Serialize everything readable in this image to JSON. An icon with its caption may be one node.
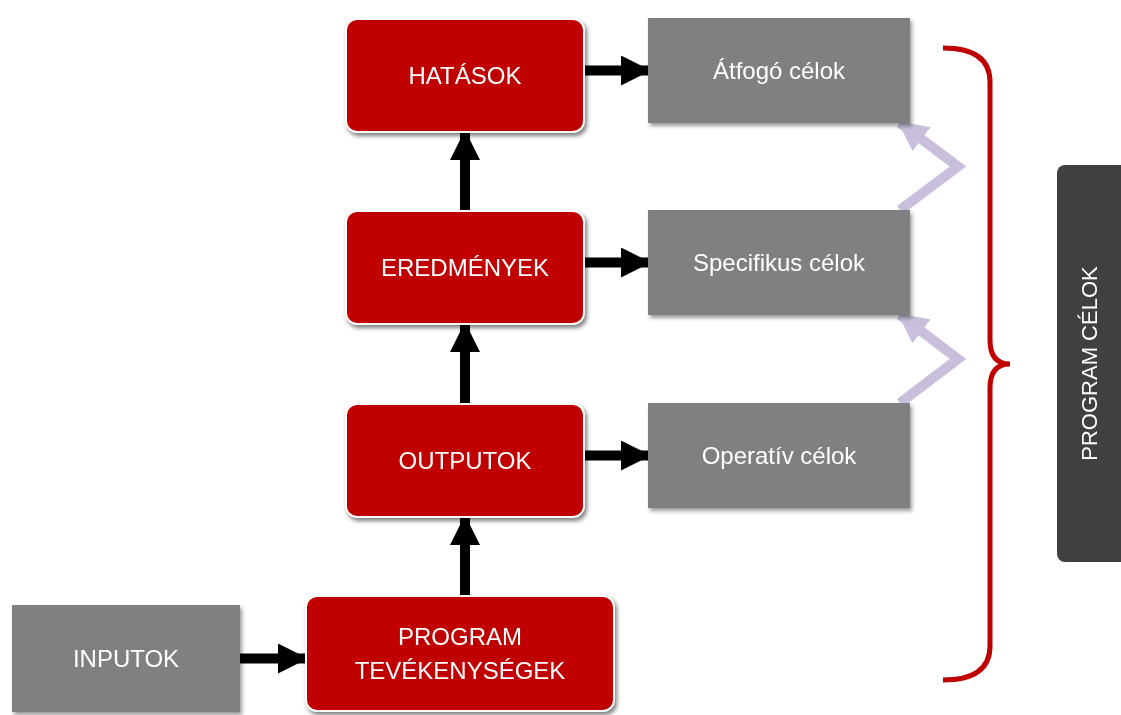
{
  "diagram": {
    "nodes": [
      {
        "text": [
          "HATÁSOK"
        ]
      },
      {
        "text": [
          "Átfogó célok"
        ]
      },
      {
        "text": [
          "EREDMÉNYEK"
        ]
      },
      {
        "text": [
          "Specifikus célok"
        ]
      },
      {
        "text": [
          "OUTPUTOK"
        ]
      },
      {
        "text": [
          "Operatív célok"
        ]
      },
      {
        "text": [
          "INPUTOK"
        ]
      },
      {
        "text": [
          "PROGRAM TEVÉKENYSÉGEK"
        ]
      },
      {
        "text": [
          "PROGRAM CÉLOK"
        ]
      }
    ],
    "edges": [
      {
        "from": 6,
        "to": 7,
        "arrow": "to"
      },
      {
        "from": 7,
        "to": 4,
        "arrow": "to"
      },
      {
        "from": 4,
        "to": 2,
        "arrow": "to"
      },
      {
        "from": 2,
        "to": 0,
        "arrow": "to"
      },
      {
        "from": 0,
        "to": 1,
        "arrow": "to"
      },
      {
        "from": 2,
        "to": 3,
        "arrow": "to"
      },
      {
        "from": 4,
        "to": 5,
        "arrow": "to"
      },
      {
        "from": 5,
        "to": 3,
        "arrow": "to",
        "color": "#c9bfdc"
      },
      {
        "from": 3,
        "to": 1,
        "arrow": "to",
        "color": "#c9bfdc"
      }
    ]
  }
}
